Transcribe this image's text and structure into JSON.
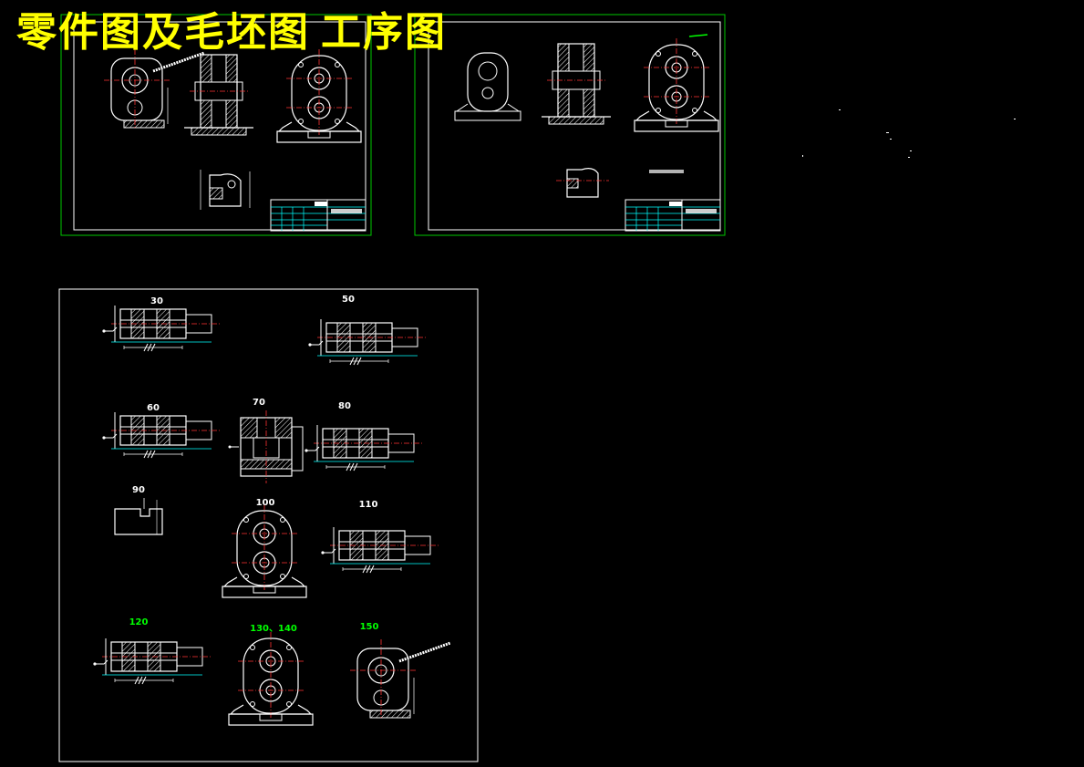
{
  "banner": {
    "part_drawing": "零件图及毛坯图",
    "process_drawing": "工序图"
  },
  "steps": [
    {
      "label": "30"
    },
    {
      "label": "50"
    },
    {
      "label": "60"
    },
    {
      "label": "70"
    },
    {
      "label": "80"
    },
    {
      "label": "90"
    },
    {
      "label": "100"
    },
    {
      "label": "110"
    },
    {
      "label": "120"
    },
    {
      "label": "130、140"
    },
    {
      "label": "150"
    }
  ],
  "colors": {
    "background": "#000000",
    "banner": "#ffff00",
    "sheet_border": "#00c800",
    "line": "#ffffff",
    "step_label_green": "#00ff00",
    "cyan": "#00ffff",
    "red": "#ff3030"
  },
  "icons": {
    "sheet": "cad-drawing-sheet",
    "part": "pump-body-part-view"
  }
}
